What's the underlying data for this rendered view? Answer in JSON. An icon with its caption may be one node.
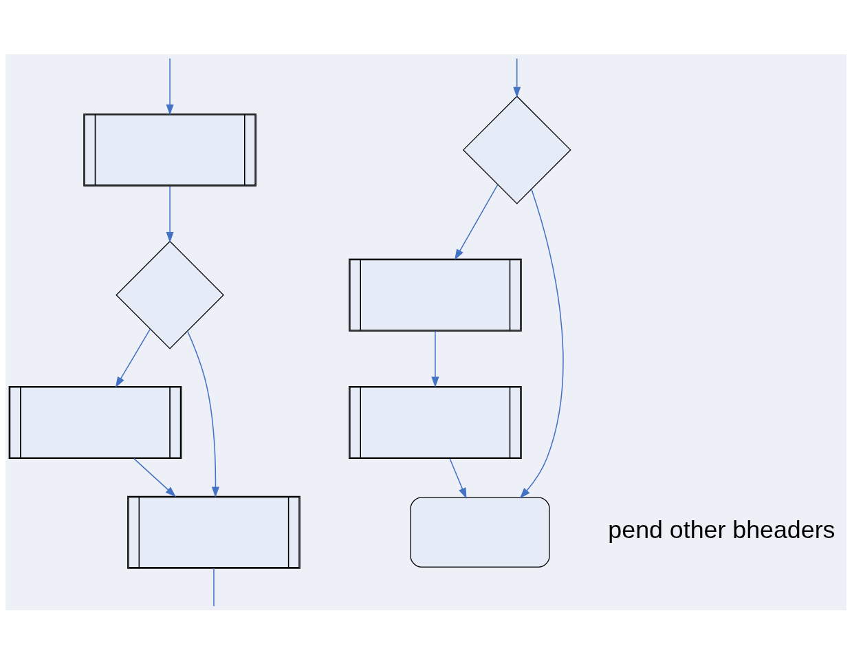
{
  "diagram": {
    "nodes": [
      {
        "text": [],
        "shape": "box"
      },
      {
        "text": [],
        "shape": "diamond"
      },
      {
        "text": [],
        "shape": "box"
      },
      {
        "text": [],
        "shape": "box"
      },
      {
        "text": [],
        "shape": "diamond"
      },
      {
        "text": [],
        "shape": "box"
      },
      {
        "text": [],
        "shape": "box"
      },
      {
        "text": [],
        "shape": "stadium"
      }
    ],
    "edges": [
      {
        "from": null,
        "to": 0,
        "arrow": "to"
      },
      {
        "from": 0,
        "to": 1,
        "arrow": "to"
      },
      {
        "from": 1,
        "to": 2,
        "arrow": "to"
      },
      {
        "from": 1,
        "to": 3,
        "arrow": "to"
      },
      {
        "from": 2,
        "to": 3,
        "arrow": "to"
      },
      {
        "from": 3,
        "to": null,
        "arrow": "none"
      },
      {
        "from": null,
        "to": 4,
        "arrow": "to"
      },
      {
        "from": 4,
        "to": 5,
        "arrow": "to"
      },
      {
        "from": 5,
        "to": 6,
        "arrow": "to"
      },
      {
        "from": 6,
        "to": 7,
        "arrow": "to"
      },
      {
        "from": 4,
        "to": 7,
        "arrow": "to"
      }
    ],
    "labels": [
      "pend other bheaders"
    ]
  }
}
